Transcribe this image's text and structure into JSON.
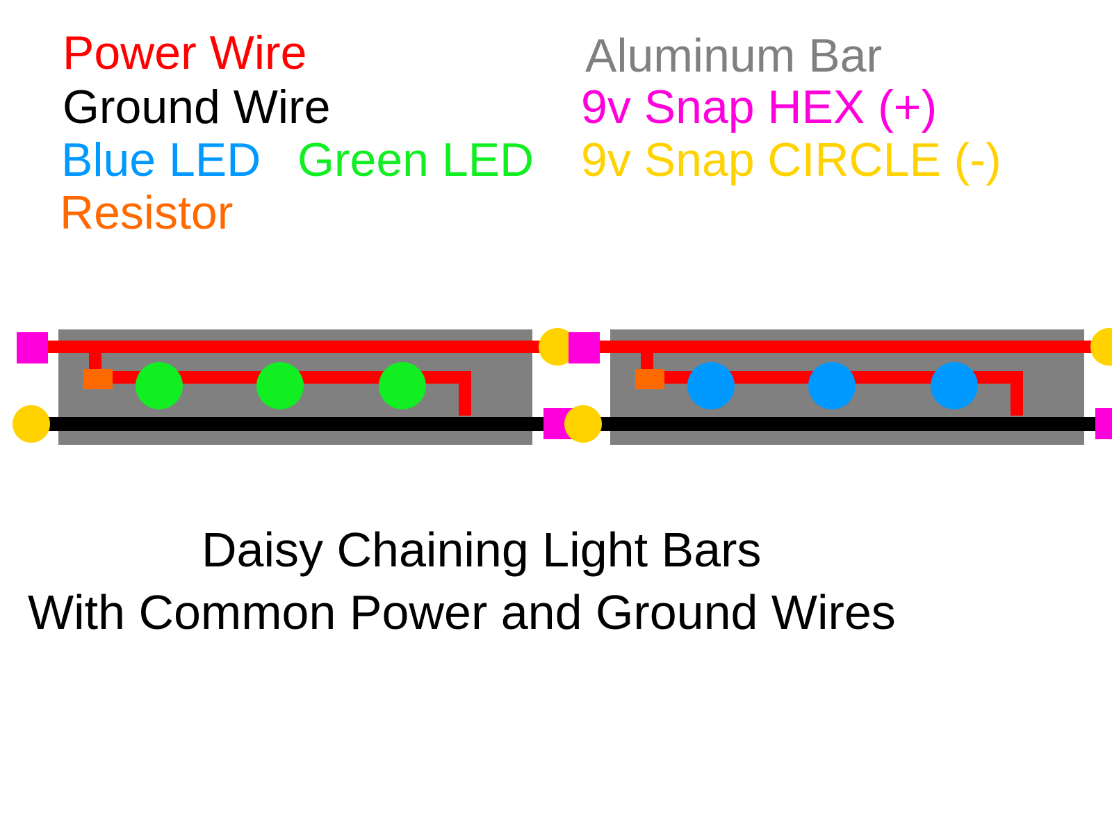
{
  "legend": {
    "power_wire": "Power Wire",
    "ground_wire": "Ground Wire",
    "blue_led": "Blue LED",
    "green_led": "Green LED",
    "resistor": "Resistor",
    "aluminum_bar": "Aluminum Bar",
    "snap_hex": "9v Snap HEX (+)",
    "snap_circle": "9v Snap CIRCLE (-)"
  },
  "colors": {
    "power_wire": "#ff0000",
    "ground_wire": "#000000",
    "blue_led": "#0099ff",
    "green_led": "#11ee22",
    "resistor": "#ff6a00",
    "aluminum_bar": "#808080",
    "snap_hex": "#ff00dd",
    "snap_circle": "#ffd200"
  },
  "light_bars": [
    {
      "led_type": "green",
      "led_count": 3
    },
    {
      "led_type": "blue",
      "led_count": 3
    }
  ],
  "caption": {
    "line1": "Daisy Chaining Light Bars",
    "line2": "With Common Power and Ground Wires"
  }
}
